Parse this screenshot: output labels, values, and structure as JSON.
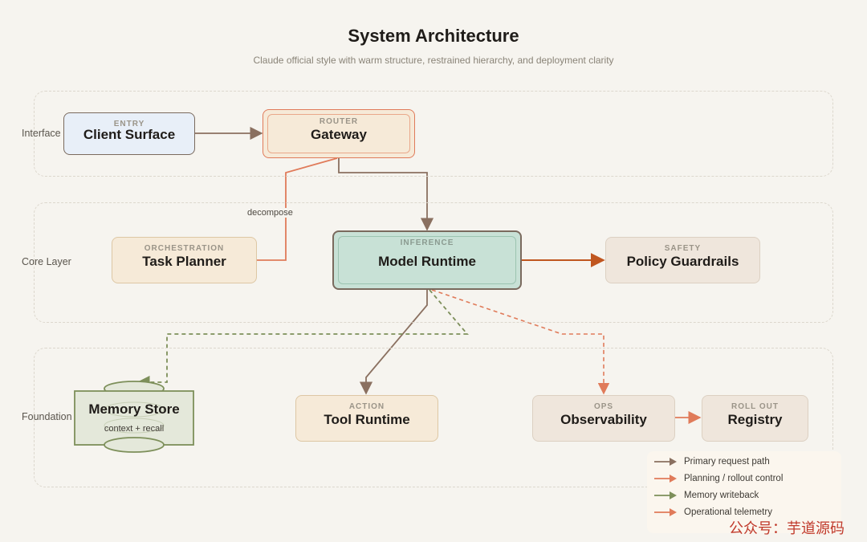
{
  "header": {
    "title": "System Architecture",
    "subtitle": "Claude official style with warm structure, restrained hierarchy, and deployment clarity"
  },
  "layers": {
    "interface": "Interface",
    "core": "Core Layer",
    "foundation": "Foundation"
  },
  "nodes": {
    "client_surface": {
      "kicker": "ENTRY",
      "name": "Client Surface"
    },
    "gateway": {
      "kicker": "ROUTER",
      "name": "Gateway"
    },
    "task_planner": {
      "kicker": "ORCHESTRATION",
      "name": "Task Planner"
    },
    "model_runtime": {
      "kicker": "INFERENCE",
      "name": "Model Runtime"
    },
    "policy_guardrails": {
      "kicker": "SAFETY",
      "name": "Policy Guardrails"
    },
    "memory_store": {
      "name": "Memory Store",
      "detail": "context + recall"
    },
    "tool_runtime": {
      "kicker": "ACTION",
      "name": "Tool Runtime"
    },
    "observability": {
      "kicker": "OPS",
      "name": "Observability"
    },
    "registry": {
      "kicker": "ROLL OUT",
      "name": "Registry"
    }
  },
  "edge_labels": {
    "decompose": "decompose"
  },
  "legend": [
    {
      "label": "Primary request path",
      "color": "#8a7060"
    },
    {
      "label": "Planning / rollout control",
      "color": "#e07b5a"
    },
    {
      "label": "Memory writeback",
      "color": "#7d8f5a"
    },
    {
      "label": "Operational telemetry",
      "color": "#e07b5a"
    }
  ],
  "watermark": "公众号：芋道源码",
  "colors": {
    "primary": "#8a7060",
    "control": "#e07b5a",
    "memory": "#7d8f5a",
    "safety": "#c0561f"
  }
}
